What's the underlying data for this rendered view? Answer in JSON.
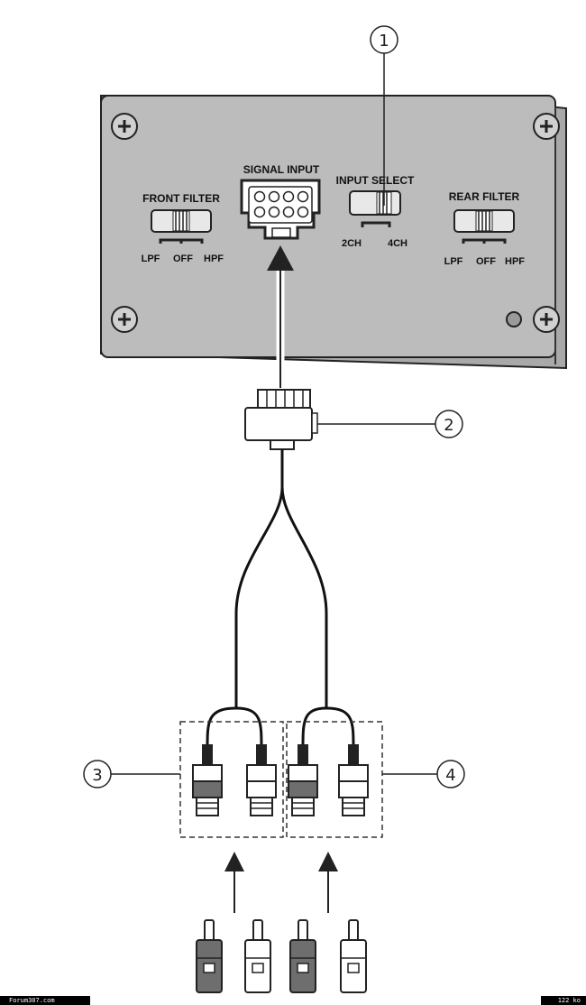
{
  "panel": {
    "front_filter": {
      "title": "FRONT FILTER",
      "positions": [
        "LPF",
        "OFF",
        "HPF"
      ]
    },
    "rear_filter": {
      "title": "REAR FILTER",
      "positions": [
        "LPF",
        "OFF",
        "HPF"
      ]
    },
    "signal_input": {
      "title": "SIGNAL INPUT"
    },
    "input_select": {
      "title": "INPUT SELECT",
      "positions": [
        "2CH",
        "4CH"
      ]
    }
  },
  "callouts": [
    "1",
    "2",
    "3",
    "4"
  ],
  "footer": {
    "left": "Forum307.com",
    "right": "122 ko"
  },
  "colors": {
    "panel": "#b9b9b9",
    "dark_plug": "#6e6e6e",
    "line": "#111111"
  }
}
